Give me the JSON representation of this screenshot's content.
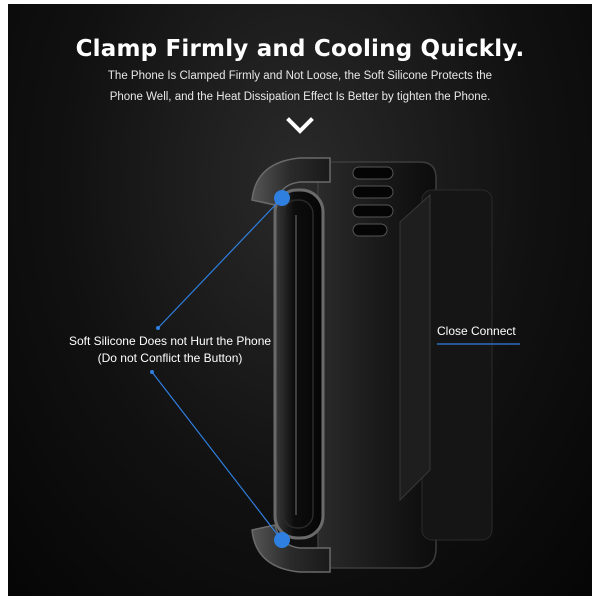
{
  "banner": {
    "title": "Clamp Firmly and Cooling Quickly.",
    "subtitle_line1": "The Phone Is Clamped Firmly and Not Loose, the Soft Silicone Protects the",
    "subtitle_line2": "Phone Well, and the Heat Dissipation Effect Is Better by tighten the Phone."
  },
  "callouts": {
    "silicone_line1": "Soft Silicone Does not Hurt the Phone",
    "silicone_line2": "(Do not Conflict the Button)",
    "close_connect": "Close Connect"
  },
  "colors": {
    "background": "#111111",
    "accent_blue": "#2f7fe0",
    "text": "#ffffff"
  },
  "icons": [
    "chevron-down-icon"
  ]
}
